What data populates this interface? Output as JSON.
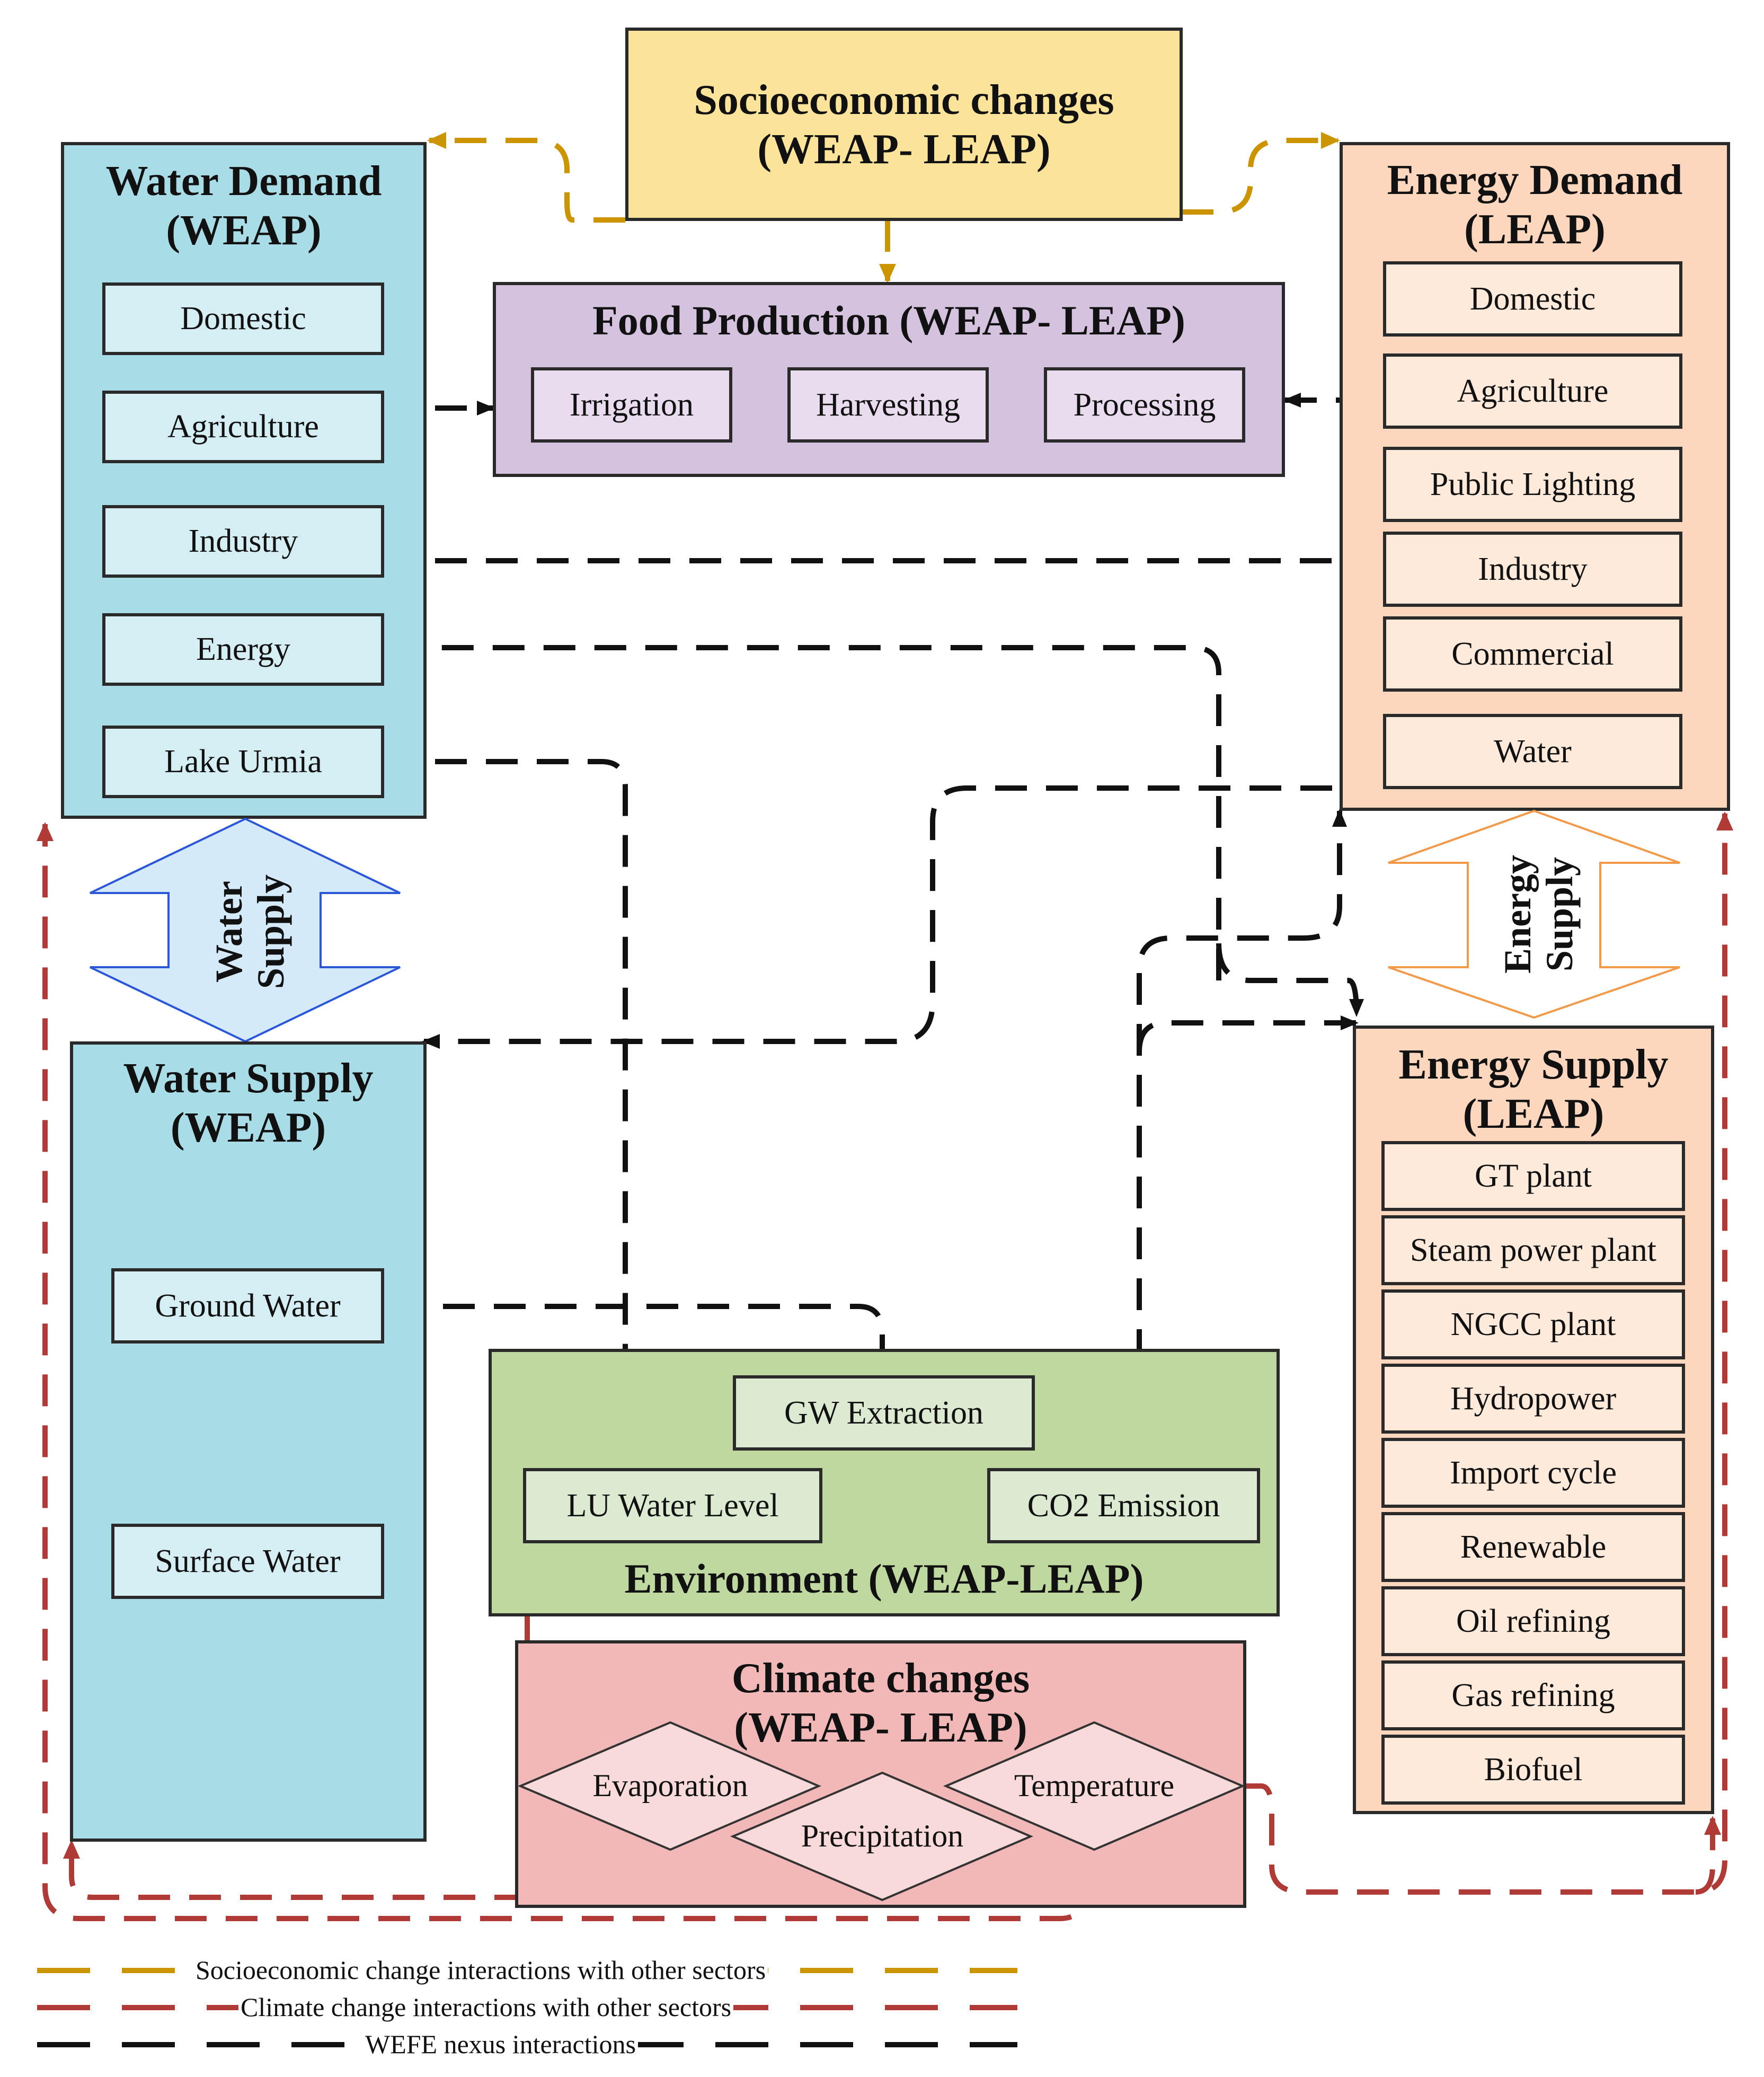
{
  "colors": {
    "socioeconomic_fill": "#fbe49a",
    "water_fill": "#a8dde8",
    "water_sub_fill": "#d5eef4",
    "food_fill": "#d4c2df",
    "food_sub_fill": "#e8dcee",
    "energy_fill": "#fcd7bd",
    "energy_sub_fill": "#feeadb",
    "env_fill": "#bfd8a0",
    "env_sub_fill": "#dbead0",
    "climate_fill": "#f2b7b7",
    "climate_sub_fill": "#f9dada",
    "socio_line": "#cc9500",
    "climate_line": "#b03a35",
    "nexus_line": "#111111"
  },
  "socioeconomic": {
    "title_line1": "Socioeconomic changes",
    "title_line2": "(WEAP- LEAP)"
  },
  "water_demand": {
    "title_line1": "Water Demand",
    "title_line2": "(WEAP)",
    "items": [
      "Domestic",
      "Agriculture",
      "Industry",
      "Energy",
      "Lake Urmia"
    ]
  },
  "food_production": {
    "title": "Food Production (WEAP- LEAP)",
    "items": [
      "Irrigation",
      "Harvesting",
      "Processing"
    ]
  },
  "energy_demand": {
    "title_line1": "Energy Demand",
    "title_line2": "(LEAP)",
    "items": [
      "Domestic",
      "Agriculture",
      "Public Lighting",
      "Industry",
      "Commercial",
      "Water"
    ]
  },
  "water_supply_arrow": {
    "line1": "Water",
    "line2": "Supply"
  },
  "energy_supply_arrow": {
    "line1": "Energy",
    "line2": "Supply"
  },
  "water_supply": {
    "title_line1": "Water Supply",
    "title_line2": "(WEAP)",
    "items": [
      "Ground Water",
      "Surface Water"
    ]
  },
  "energy_supply": {
    "title_line1": "Energy Supply",
    "title_line2": "(LEAP)",
    "items": [
      "GT plant",
      "Steam power plant",
      "NGCC plant",
      "Hydropower",
      "Import cycle",
      "Renewable",
      "Oil refining",
      "Gas refining",
      "Biofuel"
    ]
  },
  "environment": {
    "title": "Environment (WEAP-LEAP)",
    "items": [
      "GW Extraction",
      "LU Water Level",
      "CO2 Emission"
    ]
  },
  "climate": {
    "title_line1": "Climate changes",
    "title_line2": "(WEAP- LEAP)",
    "items": [
      "Evaporation",
      "Precipitation",
      "Temperature"
    ]
  },
  "legend": [
    {
      "label": "Socioeconomic change interactions with other sectors",
      "color_key": "socio_line"
    },
    {
      "label": "Climate change interactions with other sectors",
      "color_key": "climate_line"
    },
    {
      "label": "WEFE nexus interactions",
      "color_key": "nexus_line"
    }
  ]
}
